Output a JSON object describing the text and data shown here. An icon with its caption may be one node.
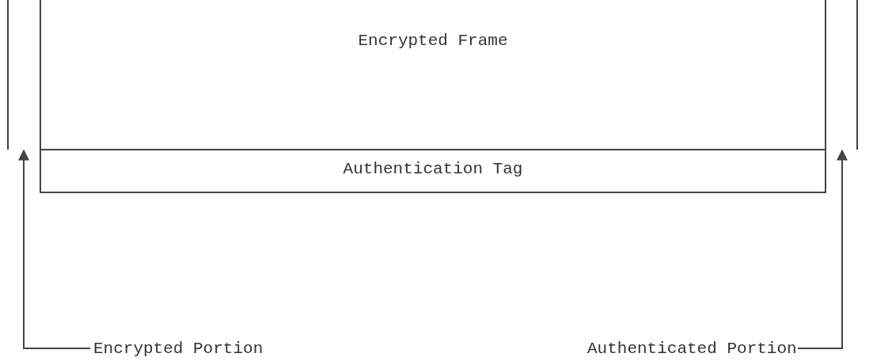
{
  "diagram": {
    "nodes": [
      {
        "text": [
          "Encrypted Frame"
        ]
      },
      {
        "text": [
          "Authentication Tag"
        ]
      },
      {
        "text": [
          "Encrypted Portion"
        ]
      },
      {
        "text": [
          "Authenticated Portion"
        ]
      }
    ],
    "edges": [
      {
        "from": 2,
        "to": 0,
        "arrow": "to"
      },
      {
        "from": 3,
        "to": 0,
        "arrow": "to"
      }
    ]
  }
}
